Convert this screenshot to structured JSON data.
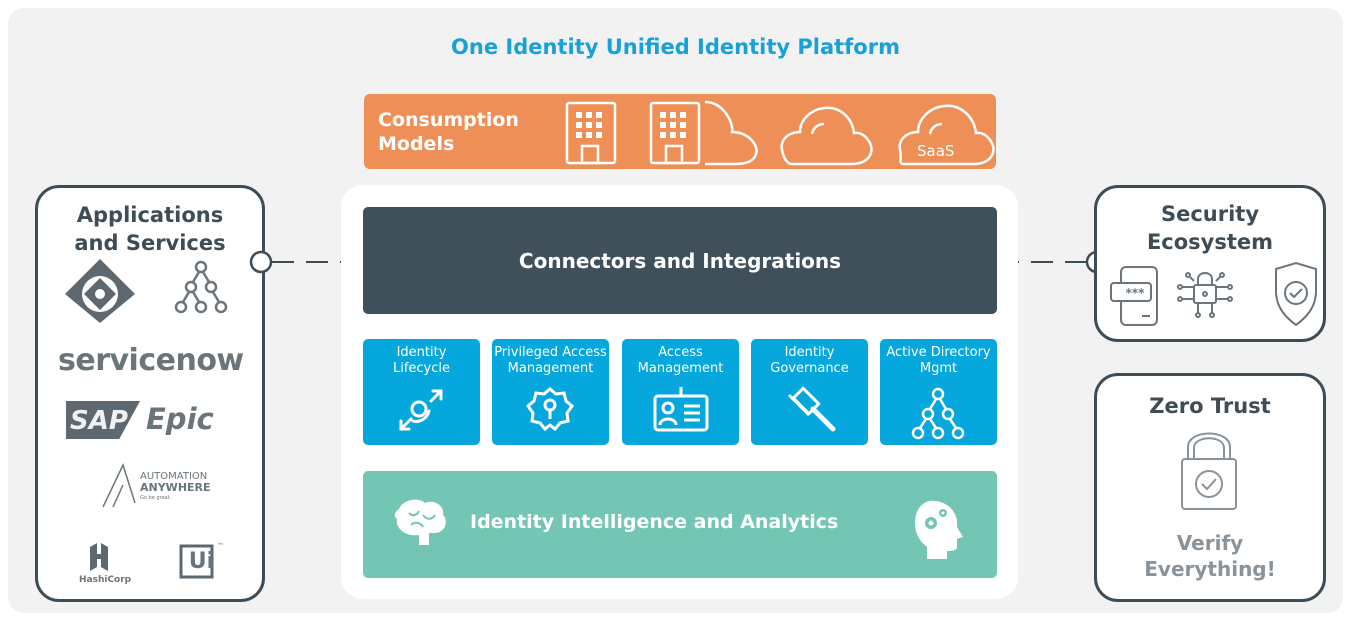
{
  "title": "One Identity Unified Identity Platform",
  "consumption": {
    "label_line1": "Consumption",
    "label_line2": "Models",
    "saas_label": "SaaS",
    "icons": [
      "building-icon",
      "building-cloud-icon",
      "cloud-icon",
      "saas-cloud-icon"
    ]
  },
  "apps": {
    "title_line1": "Applications",
    "title_line2": "and Services",
    "logos": {
      "servicenow": "servicenow",
      "sap": "SAP",
      "epic": "Epic",
      "automation_line1": "AUTOMATION",
      "automation_line2": "ANYWHERE",
      "automation_tagline": "Go be great.",
      "hashicorp": "HashiCorp",
      "uipath": "Ui",
      "uipath_tm": "™"
    }
  },
  "core": {
    "connectors": "Connectors and Integrations",
    "modules": [
      {
        "line1": "Identity",
        "line2": "Lifecycle",
        "icon": "lifecycle-arrows-icon"
      },
      {
        "line1": "Privileged Access",
        "line2": "Management",
        "icon": "keyhole-badge-icon"
      },
      {
        "line1": "Access",
        "line2": "Management",
        "icon": "id-card-icon"
      },
      {
        "line1": "Identity",
        "line2": "Governance",
        "icon": "gavel-icon"
      },
      {
        "line1": "Active Directory",
        "line2": "Mgmt",
        "icon": "hierarchy-icon"
      }
    ],
    "analytics": "Identity Intelligence and Analytics"
  },
  "security": {
    "title_line1": "Security",
    "title_line2": "Ecosystem",
    "password_mask": "***"
  },
  "zero_trust": {
    "title": "Zero Trust",
    "line1": "Verify",
    "line2": "Everything!"
  },
  "colors": {
    "title_blue": "#1aa0d8",
    "consumption_orange": "#ef8f58",
    "connectors_slate": "#3f505b",
    "module_blue": "#05a7dc",
    "analytics_green": "#74c6b4",
    "panel_border": "#3e4c56",
    "background": "#f2f2f2"
  }
}
